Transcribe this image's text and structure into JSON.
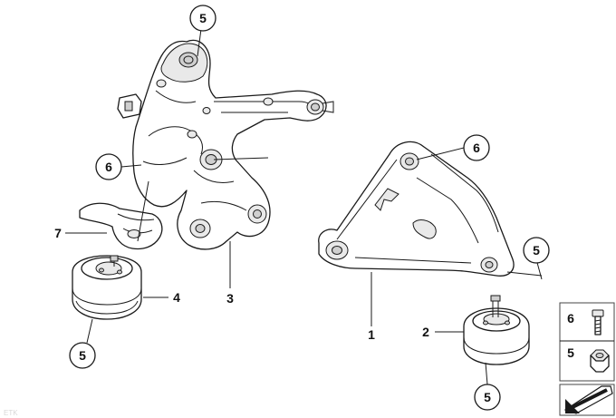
{
  "diagram": {
    "callouts": [
      {
        "id": "c-5-top",
        "label": "5"
      },
      {
        "id": "c-6-left",
        "label": "6"
      },
      {
        "id": "c-6-right",
        "label": "6"
      },
      {
        "id": "c-5-right",
        "label": "5"
      },
      {
        "id": "c-5-bottom-left",
        "label": "5"
      },
      {
        "id": "c-5-bottom-right",
        "label": "5"
      }
    ],
    "labels": [
      {
        "id": "l-7",
        "label": "7"
      },
      {
        "id": "l-4",
        "label": "4"
      },
      {
        "id": "l-3",
        "label": "3"
      },
      {
        "id": "l-1",
        "label": "1"
      },
      {
        "id": "l-2",
        "label": "2"
      }
    ],
    "legend": [
      {
        "id": "legend-6",
        "label": "6",
        "icon": "bolt-icon"
      },
      {
        "id": "legend-5",
        "label": "5",
        "icon": "nut-icon"
      }
    ],
    "corner_icon": "arrow-plate-icon",
    "watermark": "ETK"
  }
}
